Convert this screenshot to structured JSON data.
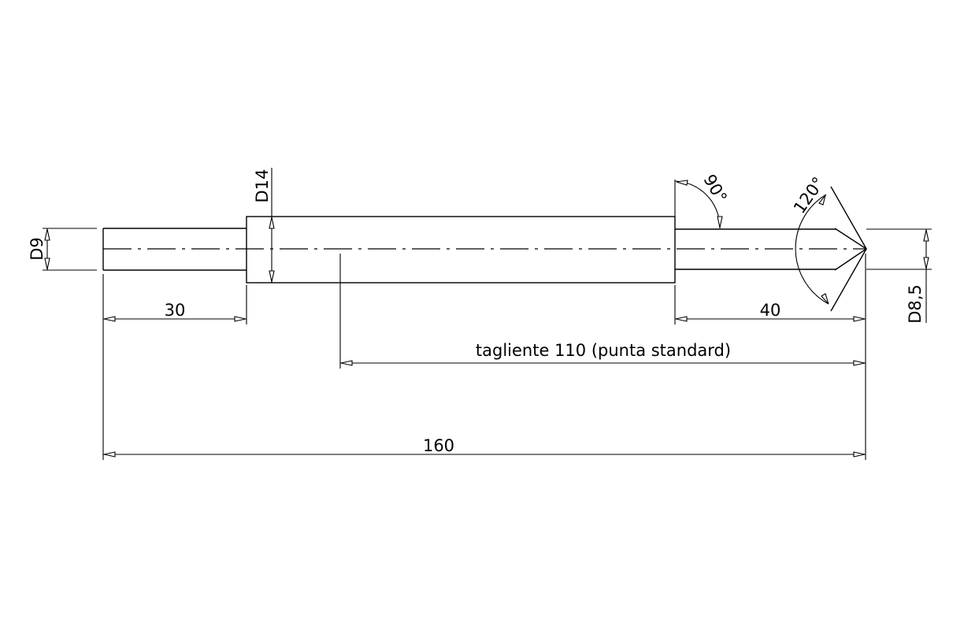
{
  "drawing": {
    "dimensions": {
      "shank_diameter": "D9",
      "body_diameter": "D14",
      "tip_diameter": "D8,5",
      "shank_length": "30",
      "tip_length": "40",
      "cutting_length": "tagliente 110 (punta standard)",
      "total_length": "160",
      "shoulder_angle": "90°",
      "point_angle": "120°"
    }
  }
}
